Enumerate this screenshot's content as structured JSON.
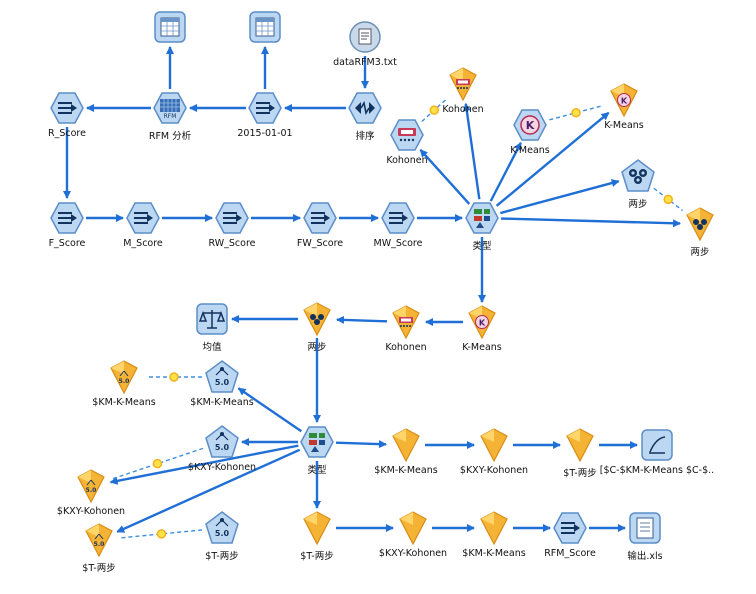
{
  "colors": {
    "edge": "#1f6fd6",
    "model_link": "#3f8fe0",
    "hex_fill": "#bcd7f2",
    "hex_edge": "#5b8dc8",
    "diamond_fill": "#f5b335",
    "diamond_edge": "#d98c12"
  },
  "nodes": {
    "table1": {
      "label": "",
      "icon": "table-icon"
    },
    "table2": {
      "label": "",
      "icon": "table-icon"
    },
    "datafile": {
      "label": "dataRFM3.txt",
      "icon": "text-file-icon"
    },
    "r_score": {
      "label": "R_Score",
      "icon": "derive-icon"
    },
    "rfm": {
      "label": "RFM 分析",
      "icon": "rfm-icon"
    },
    "date": {
      "label": "2015-01-01",
      "icon": "derive-icon"
    },
    "sort": {
      "label": "排序",
      "icon": "sort-icon"
    },
    "kohonen_top": {
      "label": "Kohonen",
      "icon": "kohonen-model-icon"
    },
    "kohonen_build": {
      "label": "Kohonen",
      "icon": "kohonen-icon"
    },
    "kmeans_build": {
      "label": "K-Means",
      "icon": "kmeans-icon"
    },
    "kmeans_top": {
      "label": "K-Means",
      "icon": "kmeans-model-icon"
    },
    "twostep_build": {
      "label": "两步",
      "icon": "twostep-icon"
    },
    "twostep_model": {
      "label": "两步",
      "icon": "twostep-model-icon"
    },
    "f_score": {
      "label": "F_Score",
      "icon": "derive-icon"
    },
    "m_score": {
      "label": "M_Score",
      "icon": "derive-icon"
    },
    "rw_score": {
      "label": "RW_Score",
      "icon": "derive-icon"
    },
    "fw_score": {
      "label": "FW_Score",
      "icon": "derive-icon"
    },
    "mw_score": {
      "label": "MW_Score",
      "icon": "derive-icon"
    },
    "type1": {
      "label": "类型",
      "icon": "type-icon"
    },
    "means": {
      "label": "均值",
      "icon": "balance-icon"
    },
    "twostep_m2": {
      "label": "两步",
      "icon": "twostep-model-icon"
    },
    "kohonen_m2": {
      "label": "Kohonen",
      "icon": "kohonen-model-icon"
    },
    "kmeans_m2": {
      "label": "K-Means",
      "icon": "kmeans-model-icon"
    },
    "km_kmeans_gen": {
      "label": "$KM-K-Means",
      "icon": "c50-model-icon"
    },
    "km_kmeans_c50": {
      "label": "$KM-K-Means",
      "icon": "c50-icon"
    },
    "kxy_c50": {
      "label": "$KXY-Kohonen",
      "icon": "c50-icon"
    },
    "kxy_gen": {
      "label": "$KXY-Kohonen",
      "icon": "c50-model-icon"
    },
    "t_gen": {
      "label": "$T-两步",
      "icon": "c50-model-icon"
    },
    "t_c50": {
      "label": "$T-两步",
      "icon": "c50-icon"
    },
    "type2": {
      "label": "类型",
      "icon": "type-icon"
    },
    "r_km": {
      "label": "$KM-K-Means",
      "icon": "model-nugget-icon"
    },
    "r_kxy": {
      "label": "$KXY-Kohonen",
      "icon": "model-nugget-icon"
    },
    "r_t": {
      "label": "$T-两步",
      "icon": "model-nugget-icon"
    },
    "analysis": {
      "label": "[$C-$KM-K-Means $C-$..",
      "icon": "analysis-icon"
    },
    "b_t": {
      "label": "$T-两步",
      "icon": "model-nugget-icon"
    },
    "b_kxy": {
      "label": "$KXY-Kohonen",
      "icon": "model-nugget-icon"
    },
    "b_km": {
      "label": "$KM-K-Means",
      "icon": "model-nugget-icon"
    },
    "rfm_score": {
      "label": "RFM_Score",
      "icon": "derive-icon"
    },
    "output": {
      "label": "输出.xls",
      "icon": "excel-output-icon"
    }
  }
}
